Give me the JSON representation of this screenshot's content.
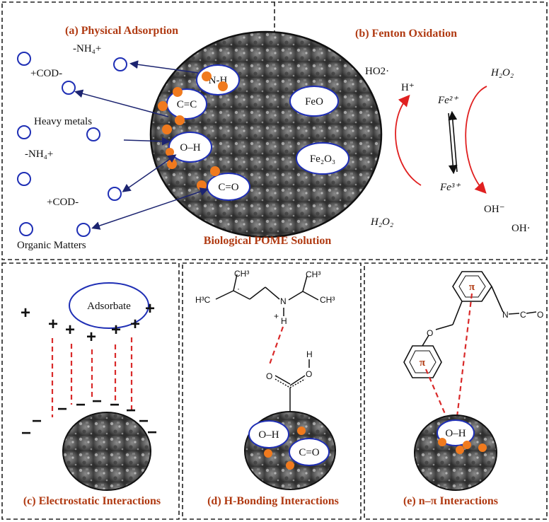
{
  "panels": {
    "a": {
      "title": "(a) Physical Adsorption",
      "labels": [
        "-NH₄+",
        "+COD-",
        "Heavy metals",
        "-NH₄+",
        "+COD-",
        "Organic Matters"
      ],
      "groups": [
        "N-H",
        "C=C",
        "O–H",
        "C=O"
      ]
    },
    "b": {
      "title": "(b) Fenton Oxidation",
      "ho2": "HO2·",
      "hplus": "H⁺",
      "h2o2_tr": "H₂O₂",
      "fe2": "Fe²⁺",
      "fe3": "Fe³⁺",
      "oh_minus": "OH⁻",
      "h2o2_bl": "H₂O₂",
      "oh_rad": "OH·",
      "feo": "FeO",
      "fe2o3": "Fe₂O₃"
    },
    "center_caption": "Biological POME Solution",
    "c": {
      "title": "(c) Electrostatic Interactions",
      "adsorbate": "Adsorbate"
    },
    "d": {
      "title": "(d) H-Bonding Interactions",
      "oh": "O–H",
      "co": "C=O",
      "ch3_a": "CH³",
      "ch3_b": "H³C",
      "ch3_c": "CH³",
      "ch3_d": "CH³",
      "n": "N",
      "h": "H",
      "o1": "O",
      "o2": "O",
      "h2": "H",
      "plus": "+",
      "dot": "·"
    },
    "e": {
      "title": "(e) n–π Interactions",
      "oh": "O–H",
      "pi1": "π",
      "pi2": "π",
      "o": "O",
      "nco": "N",
      "c": "C",
      "o2": "O"
    }
  },
  "colors": {
    "title": "#b03a12",
    "circle": "#1f2fb5",
    "orange": "#f07a1e",
    "arrow_red": "#e02020",
    "dash_red": "#d92a2a",
    "navy": "#1c2470"
  }
}
